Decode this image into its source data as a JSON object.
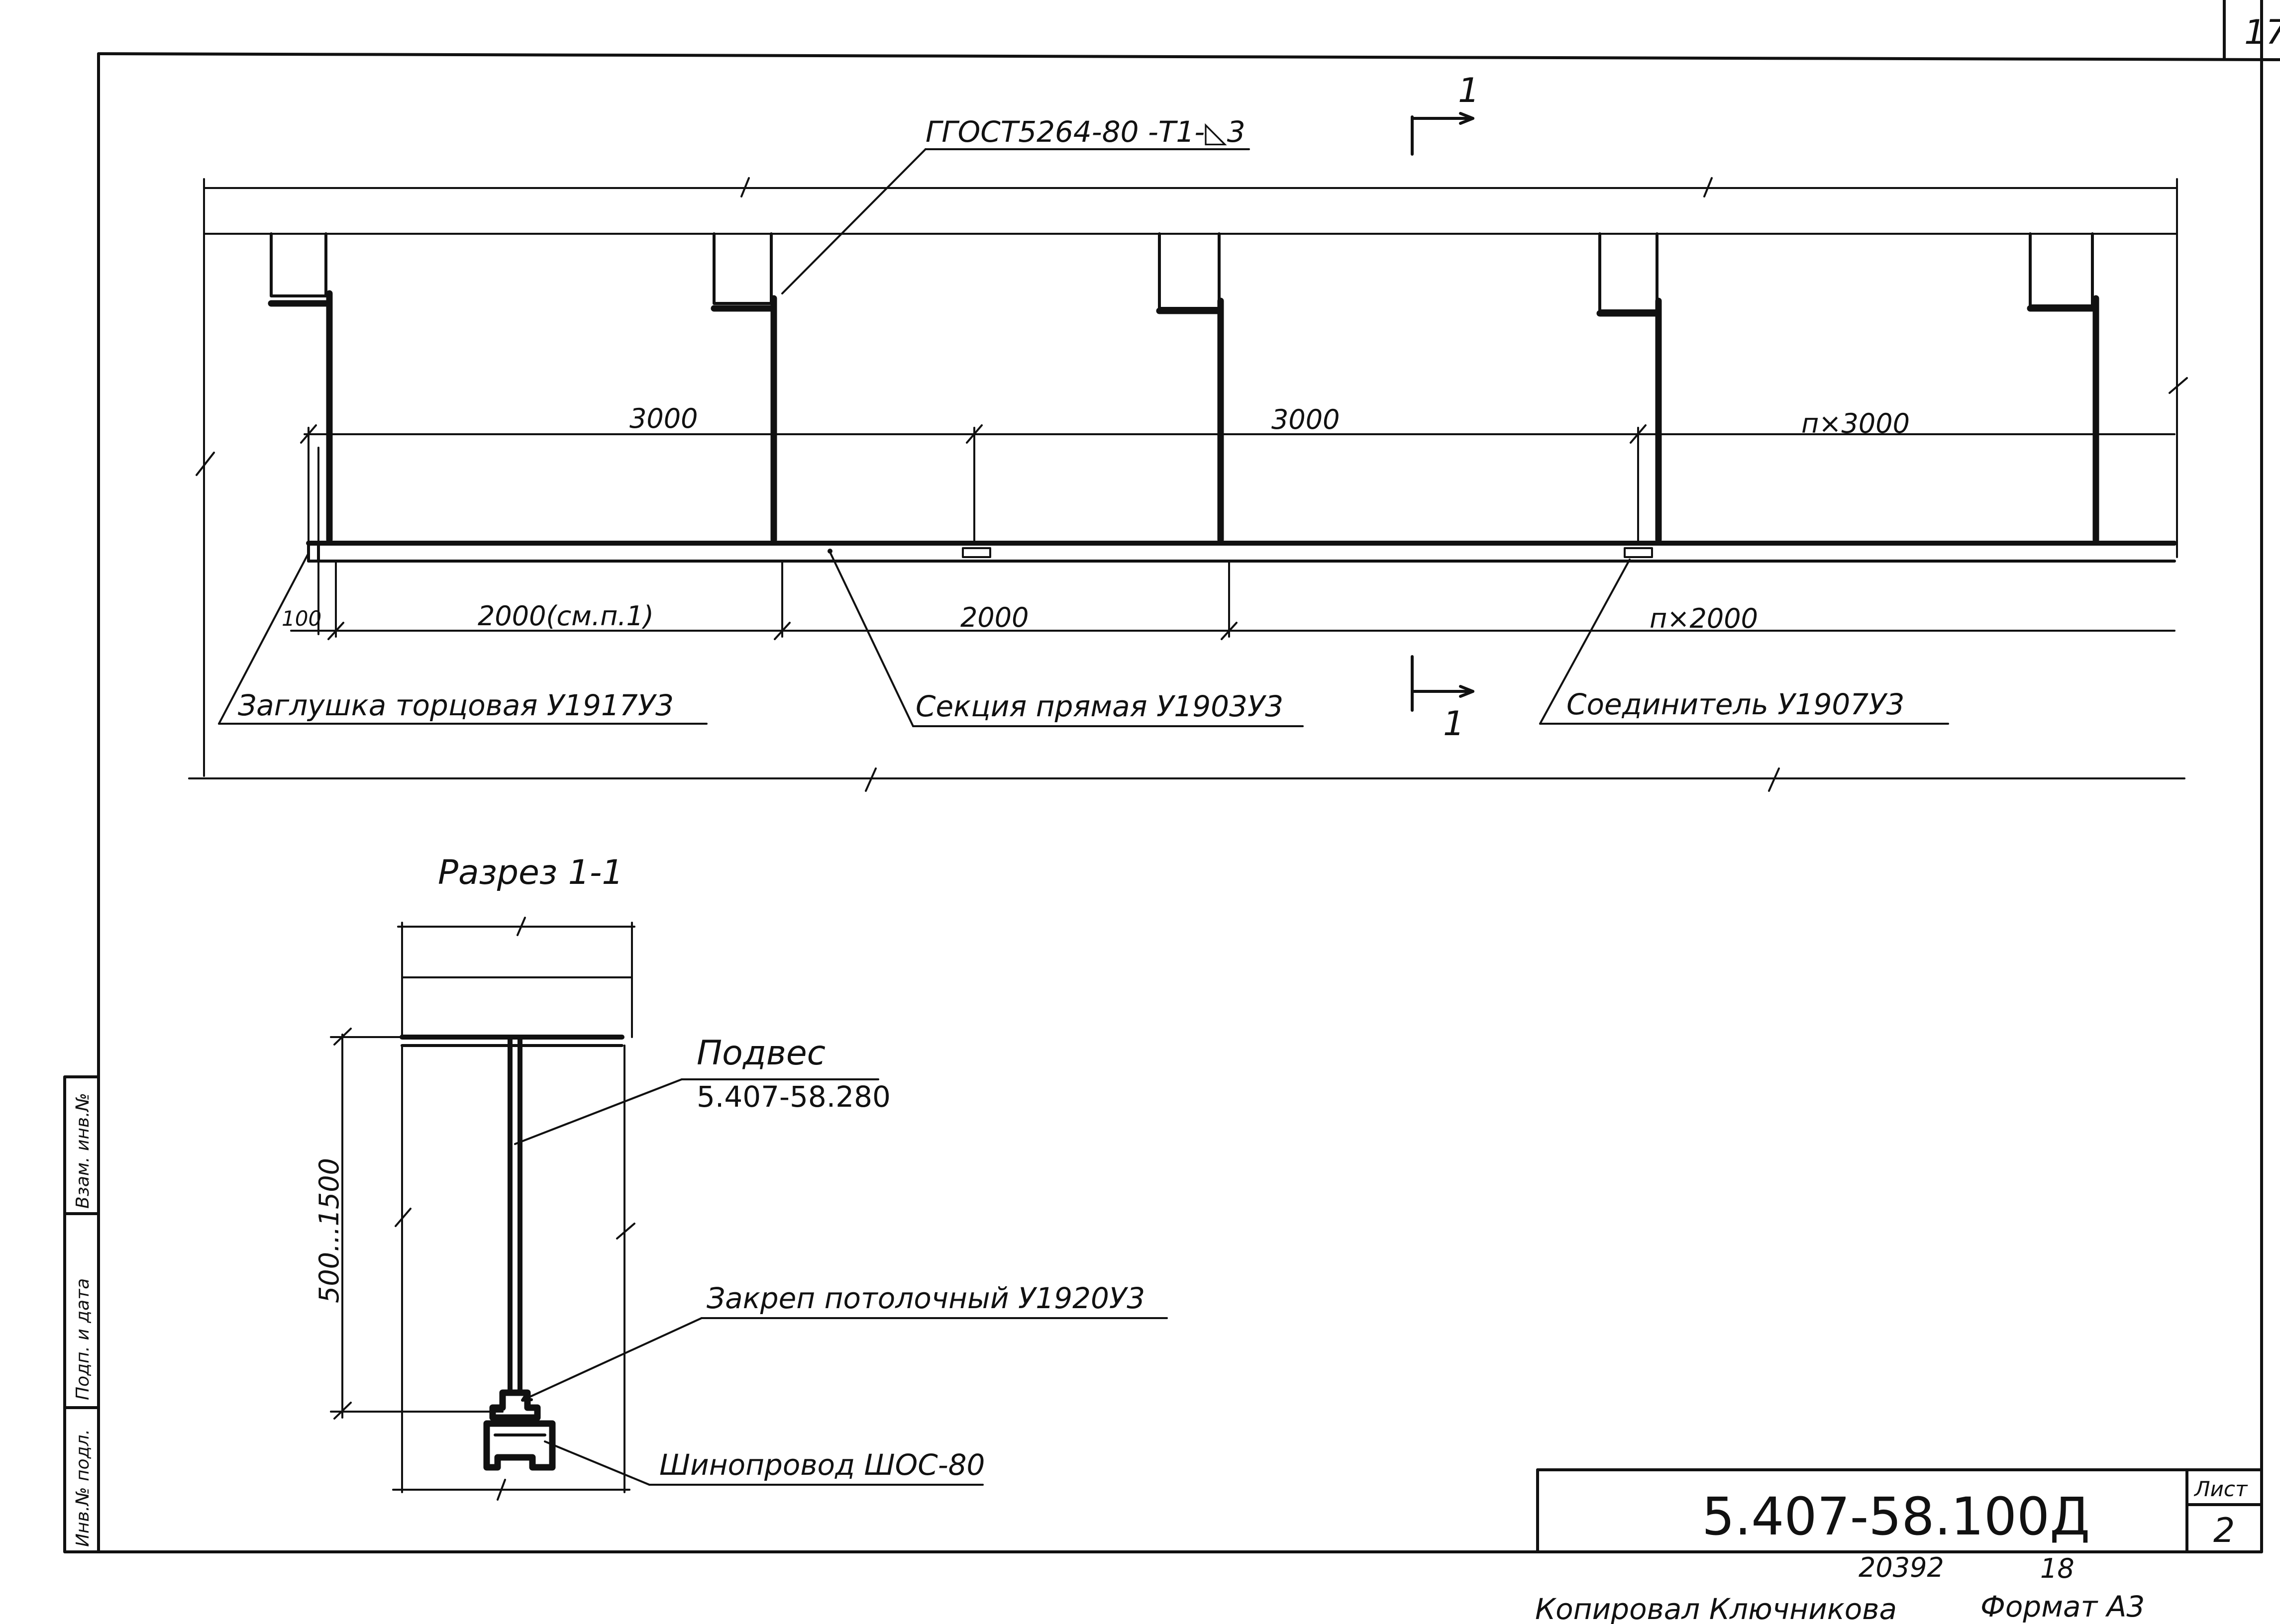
{
  "sheet_number_corner": "17",
  "labels": {
    "weld_note": "ГГОСТ5264-80 -Т1-◺3",
    "section_mark_top": "1",
    "section_mark_bottom": "1",
    "dim_3000_a": "3000",
    "dim_3000_b": "3000",
    "dim_n3000": "п×3000",
    "dim_100": "100",
    "dim_2000_a": "2000(см.п.1)",
    "dim_2000_b": "2000",
    "dim_n2000": "п×2000",
    "end_cap": "Заглушка торцовая У1917У3",
    "straight_section": "Секция прямая У1903У3",
    "connector": "Соединитель У1907У3",
    "section_title": "Разрез 1-1",
    "hanger": "Подвес",
    "hanger_code": "5.407-58.280",
    "dim_500_1500": "500...1500",
    "ceiling_clamp": "Закреп потолочный У1920У3",
    "busbar": "Шинопровод ШОС-80"
  },
  "side_stamp": {
    "inv_orig": "Инв.№ подл.",
    "sign_date": "Подп. и дата",
    "replace_inv": "Взам. инв.№"
  },
  "title_block": {
    "code": "5.407-58.100Д",
    "sheet_label": "Лист",
    "sheet_value": "2"
  },
  "footer": {
    "number": "20392",
    "page": "18",
    "copied_by": "Копировал Ключникова",
    "format": "Формат А3"
  }
}
